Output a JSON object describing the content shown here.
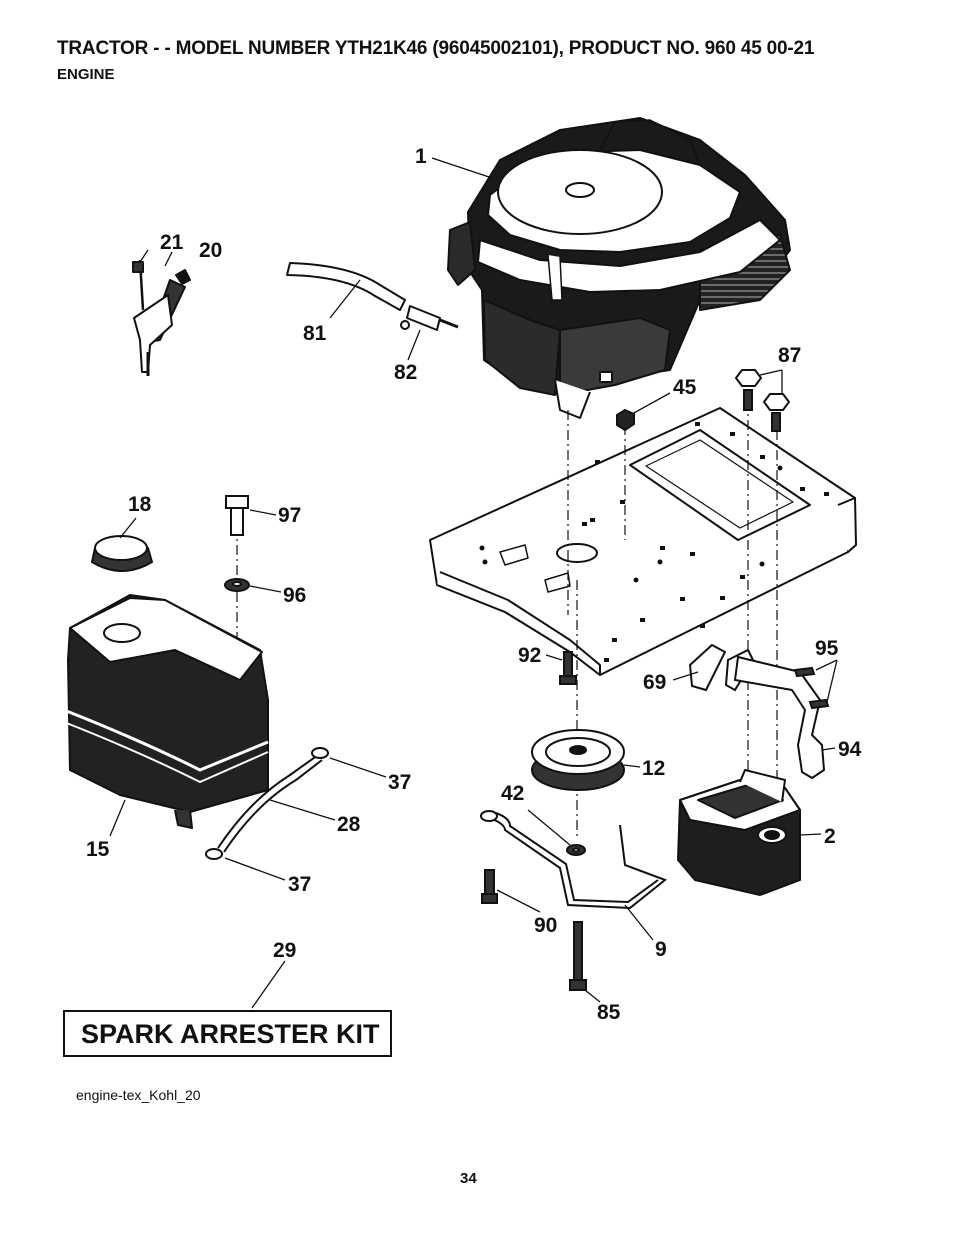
{
  "header": {
    "title": "TRACTOR - - MODEL NUMBER YTH21K46 (96045002101), PRODUCT NO. 960 45 00-21",
    "subtitle": "ENGINE"
  },
  "callouts": {
    "c1": "1",
    "c2": "2",
    "c9": "9",
    "c12": "12",
    "c15": "15",
    "c18": "18",
    "c20": "20",
    "c21": "21",
    "c28": "28",
    "c29": "29",
    "c37a": "37",
    "c37b": "37",
    "c42": "42",
    "c45": "45",
    "c69": "69",
    "c81": "81",
    "c82": "82",
    "c85": "85",
    "c87": "87",
    "c90": "90",
    "c92": "92",
    "c94": "94",
    "c95": "95",
    "c96": "96",
    "c97": "97"
  },
  "kit_label": "SPARK ARRESTER KIT",
  "footnote": "engine-tex_Kohl_20",
  "page_number": "34"
}
